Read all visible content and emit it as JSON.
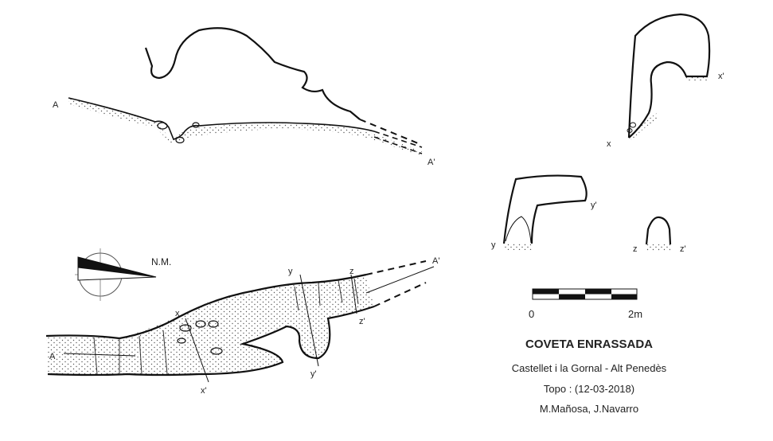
{
  "title": "COVETA ENRASSADA",
  "location": "Castellet i la Gornal - Alt Penedès",
  "survey_date": "Topo : (12-03-2018)",
  "authors": "M.Mañosa, J.Navarro",
  "north_label": "N.M.",
  "scale": {
    "start_label": "0",
    "end_label": "2m"
  },
  "section_labels": {
    "a": "A",
    "a_prime": "A'",
    "x": "x",
    "x_prime": "x'",
    "y": "y",
    "y_prime": "y'",
    "z": "z",
    "z_prime": "z'"
  }
}
